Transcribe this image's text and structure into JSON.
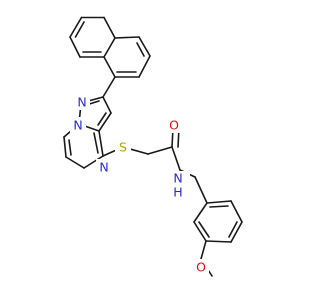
{
  "molecule": {
    "atoms": {
      "n1": "N",
      "n2": "N",
      "n3": "N",
      "s": "S",
      "o_carbonyl": "O",
      "nh_n": "N",
      "nh_h": "H",
      "o_methoxy": "O"
    },
    "colors": {
      "bond": "#1a1a1a",
      "nitrogen": "#2b2bd6",
      "sulfur": "#b8a000",
      "oxygen": "#e01010"
    }
  }
}
